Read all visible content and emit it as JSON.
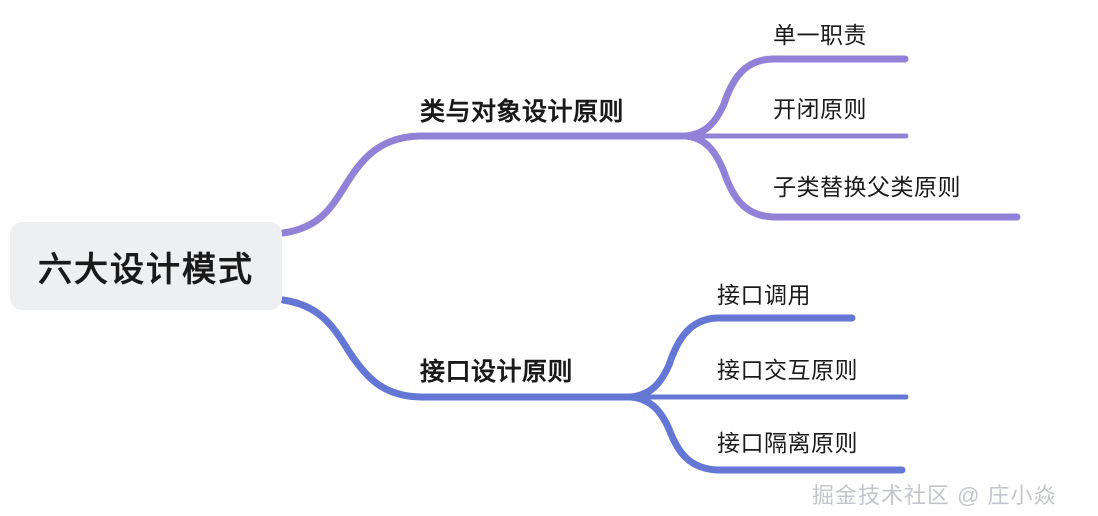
{
  "diagram": {
    "type": "mindmap",
    "title": "六大设计模式",
    "orientation": "left-to-right",
    "background_color": "#ffffff",
    "root": {
      "label": "六大设计模式",
      "box_fill": "#eeeff0",
      "text_color": "#1a1a1a"
    },
    "branches": [
      {
        "id": "class-design",
        "label": "类与对象设计原则",
        "color": "#9182d8",
        "children": [
          {
            "id": "single-responsibility",
            "label": "单一职责"
          },
          {
            "id": "open-closed",
            "label": "开闭原则"
          },
          {
            "id": "liskov",
            "label": "子类替换父类原则"
          }
        ]
      },
      {
        "id": "interface-design",
        "label": "接口设计原则",
        "color": "#6577d4",
        "children": [
          {
            "id": "interface-call",
            "label": "接口调用"
          },
          {
            "id": "interface-interaction",
            "label": "接口交互原则"
          },
          {
            "id": "interface-segregation",
            "label": "接口隔离原则"
          }
        ]
      }
    ],
    "watermark": "掘金技术社区 @ 庄小焱",
    "colors": {
      "purple_branch": "#9182d8",
      "blue_branch": "#6577d4",
      "root_box": "#eeeff0",
      "text": "#1a1a1a",
      "watermark": "#b9bcc4"
    }
  }
}
